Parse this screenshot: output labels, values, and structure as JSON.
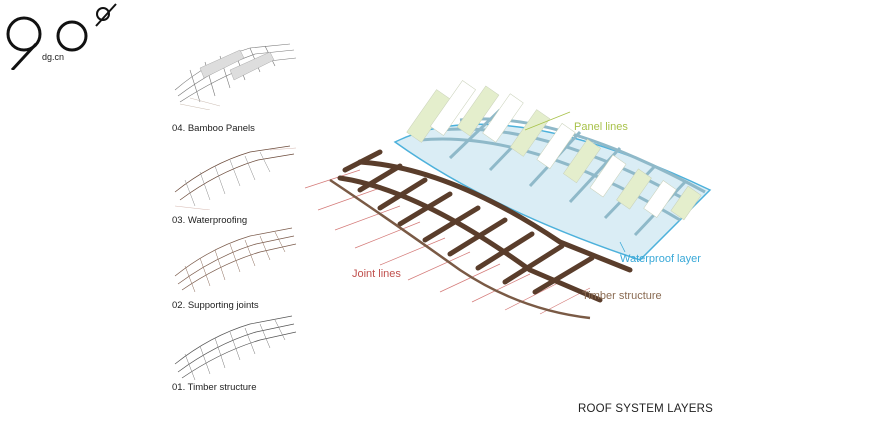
{
  "logo": {
    "mark": "90",
    "sub": "dg.cn"
  },
  "steps": [
    {
      "label": "04. Bamboo Panels"
    },
    {
      "label": "03. Waterproofing"
    },
    {
      "label": "02. Supporting joints"
    },
    {
      "label": "01. Timber structure"
    }
  ],
  "callouts": {
    "panel": "Panel lines",
    "waterproof": "Waterproof layer",
    "joint": "Joint lines",
    "timber": "Timber structure"
  },
  "colors": {
    "panel": "#a8c24a",
    "waterproof": "#3aa9d8",
    "joint": "#c0504d",
    "timber": "#8a6b52",
    "wood": "#5a3d2b"
  },
  "caption": "ROOF SYSTEM LAYERS"
}
